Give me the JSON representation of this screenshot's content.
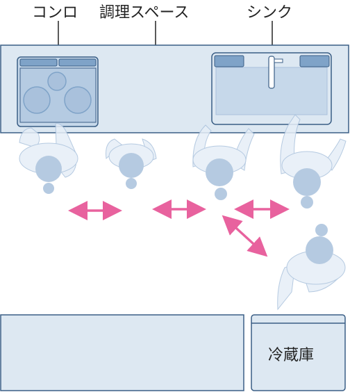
{
  "labels": {
    "stove": "コンロ",
    "prep_space": "調理スペース",
    "sink": "シンク",
    "fridge": "冷蔵庫"
  },
  "colors": {
    "counter_fill": "#dde8f2",
    "counter_stroke": "#3a5e85",
    "appliance_fill": "#c6d8ea",
    "appliance_accent": "#7fa3c8",
    "person": "#a9c1dc",
    "person_light": "#e6eef7",
    "arrow": "#e8629e"
  }
}
